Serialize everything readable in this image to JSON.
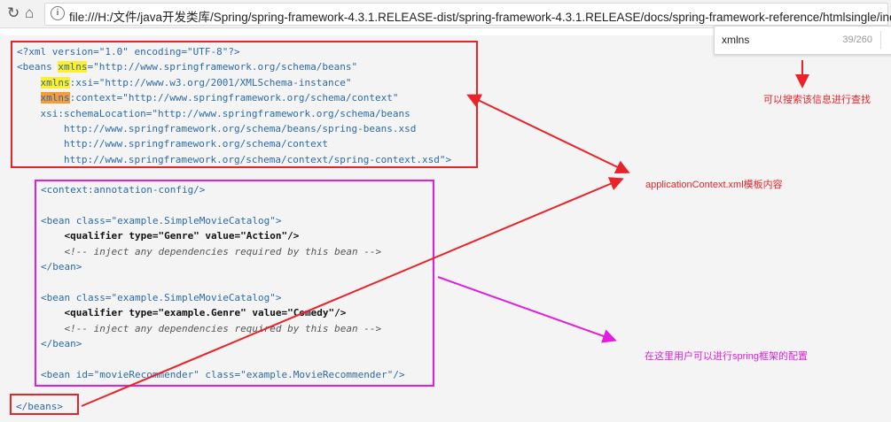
{
  "browser": {
    "url": "file:///H:/文件/java开发类库/Spring/spring-framework-4.3.1.RELEASE-dist/spring-framework-4.3.1.RELEASE/docs/spring-framework-reference/htmlsingle/index.html",
    "back_icon": "reload-icon",
    "home_icon": "home-icon"
  },
  "find": {
    "query": "xmlns",
    "count": "39/260"
  },
  "code": {
    "l1": "<?xml version=\"1.0\" encoding=\"UTF-8\"?>",
    "l2a": "<beans ",
    "l2b": "xmlns",
    "l2c": "=\"http://www.springframework.org/schema/beans\"",
    "l3b": "xmlns",
    "l3c": ":xsi=\"http://www.w3.org/2001/XMLSchema-instance\"",
    "l4b": "xmlns",
    "l4c": ":context=\"http://www.springframework.org/schema/context\"",
    "l5": "    xsi:schemaLocation=\"http://www.springframework.org/schema/beans",
    "l6": "        http://www.springframework.org/schema/beans/spring-beans.xsd",
    "l7": "        http://www.springframework.org/schema/context",
    "l8": "        http://www.springframework.org/schema/context/spring-context.xsd\">",
    "m1": "<context:annotation-config/>",
    "m2": "<bean class=\"example.SimpleMovieCatalog\">",
    "m3": "    <qualifier type=\"Genre\" value=\"Action\"/>",
    "m4": "    <!-- inject any dependencies required by this bean -->",
    "m5": "</bean>",
    "m6": "<bean class=\"example.SimpleMovieCatalog\">",
    "m7": "    <qualifier type=\"example.Genre\" value=\"Comedy\"/>",
    "m8": "    <!-- inject any dependencies required by this bean -->",
    "m9": "</bean>",
    "m10": "<bean id=\"movieRecommender\" class=\"example.MovieRecommender\"/>",
    "end": "</beans>"
  },
  "annotations": {
    "search_note": "可以搜索该信息进行查找",
    "template_note": "applicationContext.xml模板内容",
    "config_note": "在这里用户可以进行spring框架的配置"
  },
  "colors": {
    "red": "#e8232a",
    "magenta": "#e01de0"
  }
}
